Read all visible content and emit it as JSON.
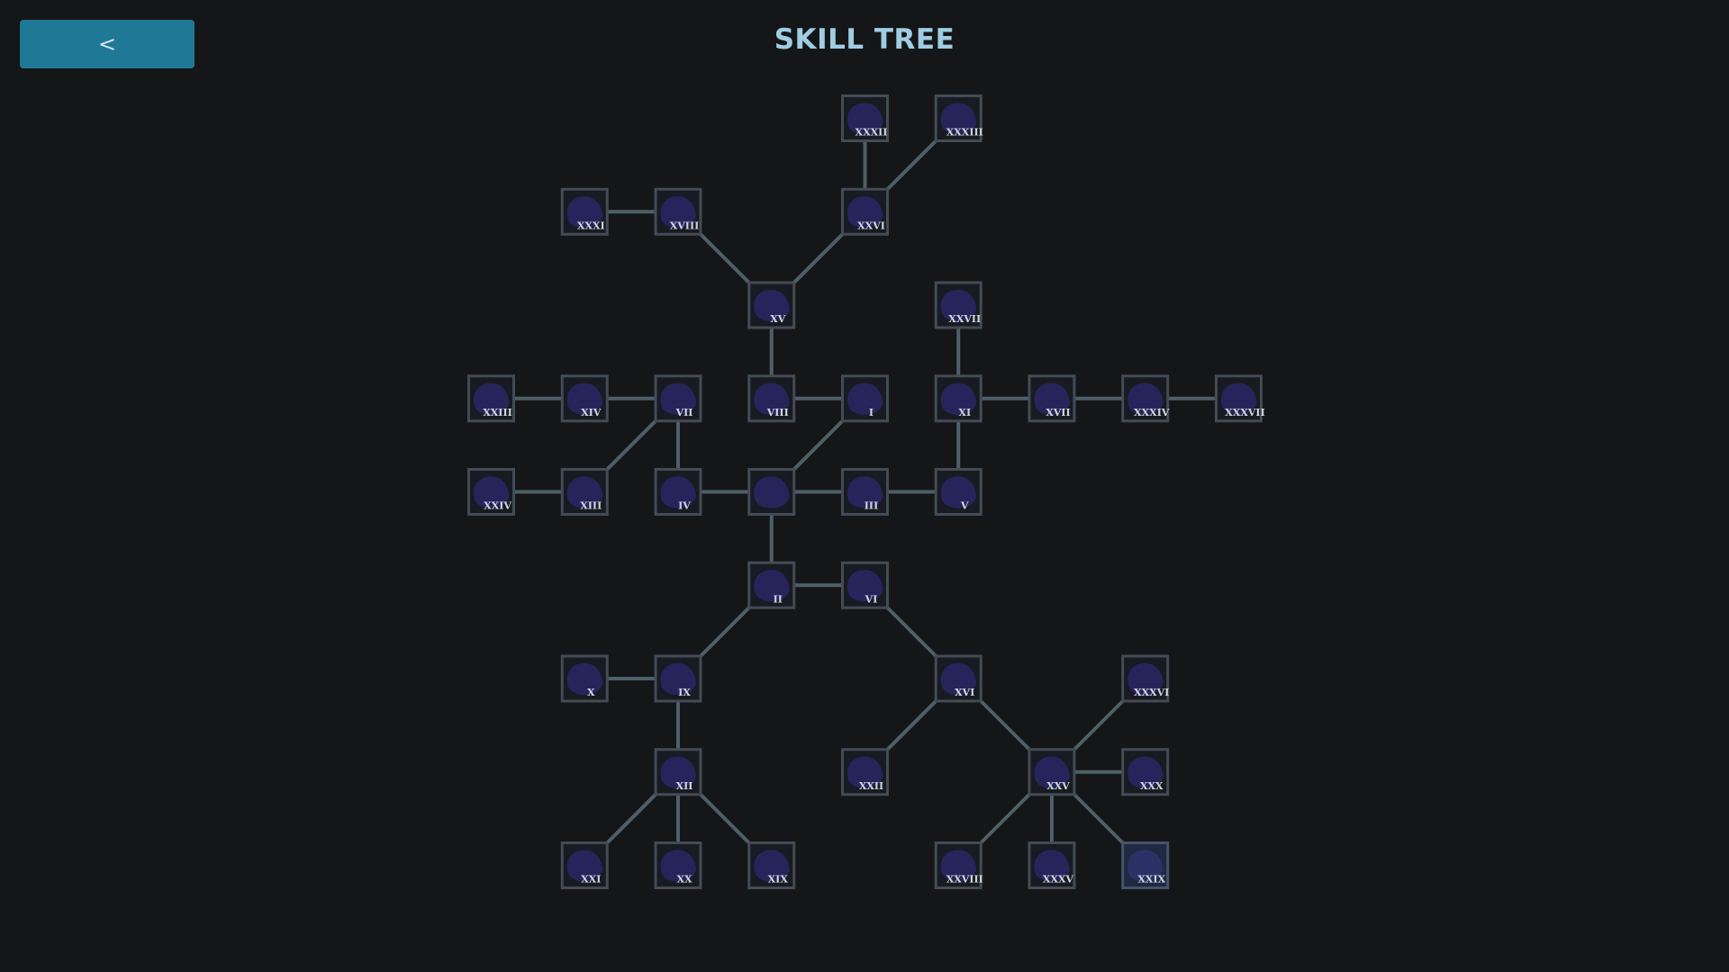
{
  "header": {
    "back_label": "<",
    "title": "SKILL TREE"
  },
  "skill_tree": {
    "root": "C",
    "nodes": [
      {
        "id": "C",
        "label": "",
        "col": 3,
        "row": 4
      },
      {
        "id": "I",
        "label": "I",
        "col": 4,
        "row": 3
      },
      {
        "id": "II",
        "label": "II",
        "col": 3,
        "row": 5
      },
      {
        "id": "III",
        "label": "III",
        "col": 4,
        "row": 4
      },
      {
        "id": "IV",
        "label": "IV",
        "col": 2,
        "row": 4
      },
      {
        "id": "V",
        "label": "V",
        "col": 5,
        "row": 4
      },
      {
        "id": "VI",
        "label": "VI",
        "col": 4,
        "row": 5
      },
      {
        "id": "VII",
        "label": "VII",
        "col": 2,
        "row": 3
      },
      {
        "id": "VIII",
        "label": "VIII",
        "col": 3,
        "row": 3
      },
      {
        "id": "IX",
        "label": "IX",
        "col": 2,
        "row": 6
      },
      {
        "id": "X",
        "label": "X",
        "col": 1,
        "row": 6
      },
      {
        "id": "XI",
        "label": "XI",
        "col": 5,
        "row": 3
      },
      {
        "id": "XII",
        "label": "XII",
        "col": 2,
        "row": 7
      },
      {
        "id": "XIII",
        "label": "XIII",
        "col": 1,
        "row": 4
      },
      {
        "id": "XIV",
        "label": "XIV",
        "col": 1,
        "row": 3
      },
      {
        "id": "XV",
        "label": "XV",
        "col": 3,
        "row": 2
      },
      {
        "id": "XVI",
        "label": "XVI",
        "col": 5,
        "row": 6
      },
      {
        "id": "XVII",
        "label": "XVII",
        "col": 6,
        "row": 3
      },
      {
        "id": "XVIII",
        "label": "XVIII",
        "col": 2,
        "row": 1
      },
      {
        "id": "XIX",
        "label": "XIX",
        "col": 3,
        "row": 8
      },
      {
        "id": "XX",
        "label": "XX",
        "col": 2,
        "row": 8
      },
      {
        "id": "XXI",
        "label": "XXI",
        "col": 1,
        "row": 8
      },
      {
        "id": "XXII",
        "label": "XXII",
        "col": 4,
        "row": 7
      },
      {
        "id": "XXIII",
        "label": "XXIII",
        "col": 0,
        "row": 3
      },
      {
        "id": "XXIV",
        "label": "XXIV",
        "col": 0,
        "row": 4
      },
      {
        "id": "XXV",
        "label": "XXV",
        "col": 6,
        "row": 7
      },
      {
        "id": "XXVI",
        "label": "XXVI",
        "col": 4,
        "row": 1
      },
      {
        "id": "XXVII",
        "label": "XXVII",
        "col": 5,
        "row": 2
      },
      {
        "id": "XXVIII",
        "label": "XXVIII",
        "col": 5,
        "row": 8
      },
      {
        "id": "XXIX",
        "label": "XXIX",
        "col": 7,
        "row": 8,
        "highlighted": true
      },
      {
        "id": "XXX",
        "label": "XXX",
        "col": 7,
        "row": 7
      },
      {
        "id": "XXXI",
        "label": "XXXI",
        "col": 1,
        "row": 1
      },
      {
        "id": "XXXII",
        "label": "XXXII",
        "col": 4,
        "row": 0
      },
      {
        "id": "XXXIII",
        "label": "XXXIII",
        "col": 5,
        "row": 0
      },
      {
        "id": "XXXIV",
        "label": "XXXIV",
        "col": 7,
        "row": 3
      },
      {
        "id": "XXXV",
        "label": "XXXV",
        "col": 6,
        "row": 8
      },
      {
        "id": "XXXVI",
        "label": "XXXVI",
        "col": 7,
        "row": 6
      },
      {
        "id": "XXXVII",
        "label": "XXXVII",
        "col": 8,
        "row": 3
      }
    ],
    "edges": [
      [
        "XXXII",
        "XXVI"
      ],
      [
        "XXXIII",
        "XXVI"
      ],
      [
        "XXXI",
        "XVIII"
      ],
      [
        "XVIII",
        "XV"
      ],
      [
        "XXVI",
        "XV"
      ],
      [
        "XV",
        "VIII"
      ],
      [
        "XXVII",
        "XI"
      ],
      [
        "XXIII",
        "XIV"
      ],
      [
        "XIV",
        "VII"
      ],
      [
        "VIII",
        "I"
      ],
      [
        "XI",
        "XVII"
      ],
      [
        "XVII",
        "XXXIV"
      ],
      [
        "XXXIV",
        "XXXVII"
      ],
      [
        "VII",
        "IV"
      ],
      [
        "VII",
        "XIII"
      ],
      [
        "I",
        "C"
      ],
      [
        "XI",
        "V"
      ],
      [
        "XXIV",
        "XIII"
      ],
      [
        "IV",
        "C"
      ],
      [
        "C",
        "III"
      ],
      [
        "III",
        "V"
      ],
      [
        "C",
        "II"
      ],
      [
        "II",
        "VI"
      ],
      [
        "II",
        "IX"
      ],
      [
        "VI",
        "XVI"
      ],
      [
        "X",
        "IX"
      ],
      [
        "IX",
        "XII"
      ],
      [
        "XVI",
        "XXII"
      ],
      [
        "XVI",
        "XXV"
      ],
      [
        "XXXVI",
        "XXV"
      ],
      [
        "XXV",
        "XXX"
      ],
      [
        "XII",
        "XXI"
      ],
      [
        "XII",
        "XX"
      ],
      [
        "XII",
        "XIX"
      ],
      [
        "XXV",
        "XXVIII"
      ],
      [
        "XXV",
        "XXXV"
      ],
      [
        "XXV",
        "XXIX"
      ]
    ]
  }
}
